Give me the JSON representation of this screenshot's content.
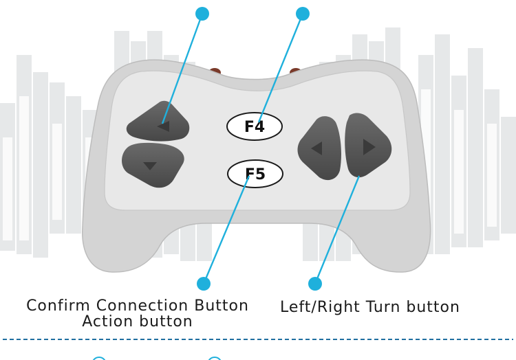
{
  "buttons": {
    "f4_label": "F4",
    "f5_label": "F5"
  },
  "captions": {
    "confirm_connection": "Confirm Connection Button",
    "action": "Action button",
    "left_right_turn": "Left/Right Turn button"
  },
  "colors": {
    "callout": "#1fb0dc",
    "controller_body": "#d4d4d4",
    "controller_face": "#e8e8e8",
    "arrow_button": "#595959",
    "background_bars": "#e6e8e9",
    "divider": "#1f6fa0"
  }
}
